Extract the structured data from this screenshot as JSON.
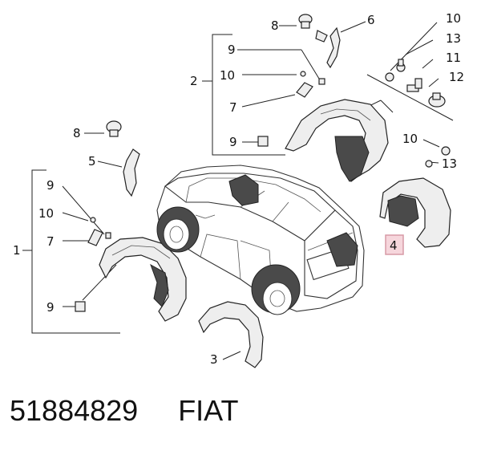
{
  "callouts": {
    "c8_top": "8",
    "c6": "6",
    "c9_top": "9",
    "c2": "2",
    "c10_top": "10",
    "c7_top": "7",
    "c9_mid": "9",
    "c10_r1": "10",
    "c13_r1": "13",
    "c11": "11",
    "c12": "12",
    "c10_r2": "10",
    "c13_r2": "13",
    "c8_left": "8",
    "c5": "5",
    "c9_left": "9",
    "c10_left": "10",
    "c7_left": "7",
    "c1": "1",
    "c9_bottom": "9",
    "c4": "4",
    "c3": "3"
  },
  "highlight": {
    "callout": "4",
    "fill": "#f6d6dc",
    "stroke": "#d79aa6"
  },
  "footer": {
    "part_number": "51884829",
    "brand": "FIAT"
  }
}
